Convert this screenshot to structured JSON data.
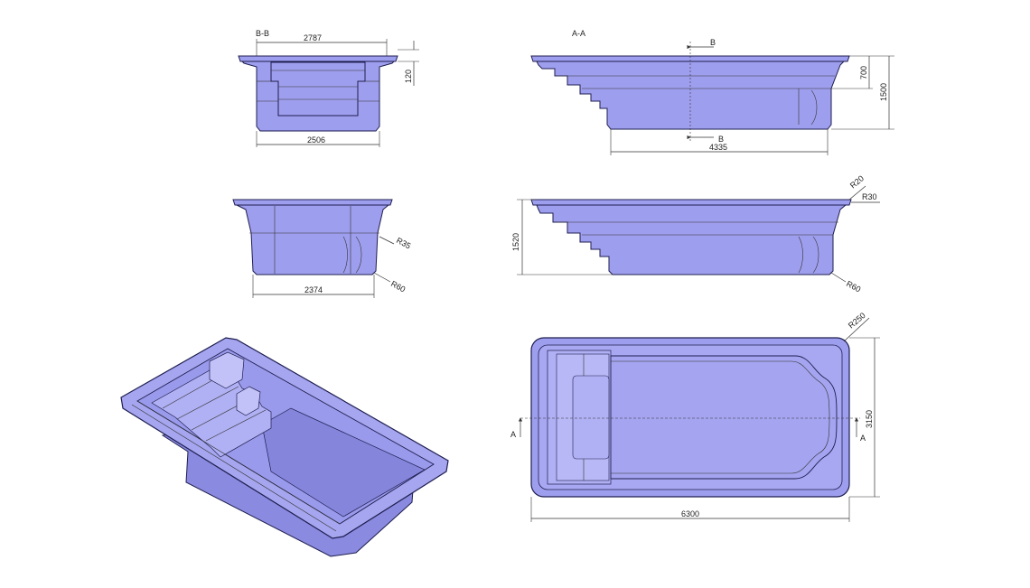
{
  "colors": {
    "pool_fill": "#9E9EEE",
    "pool_fill_light": "#B9B9F5",
    "pool_fill_dark": "#7C7CD9",
    "pool_outline": "#1E1E50",
    "dimension_line": "#333333"
  },
  "views": {
    "section_bb": {
      "label": "B-B",
      "dims": {
        "top_width": "2787",
        "bottom_width": "2506",
        "rim_height": "120"
      }
    },
    "section_aa": {
      "label": "A-A",
      "section_marker": "B",
      "dims": {
        "height_upper": "700",
        "height_total": "1500",
        "bottom_length": "4335"
      }
    },
    "end_elevation": {
      "dims": {
        "bottom_width": "2374",
        "radius_small": "R35",
        "radius_bottom": "R60"
      }
    },
    "side_elevation": {
      "dims": {
        "height": "1520",
        "radius_top": "R20",
        "radius_rim": "R30",
        "radius_bottom": "R60"
      }
    },
    "plan": {
      "section_marker": "A",
      "dims": {
        "length": "6300",
        "width": "3150",
        "corner_radius": "R250"
      }
    },
    "isometric": {}
  }
}
